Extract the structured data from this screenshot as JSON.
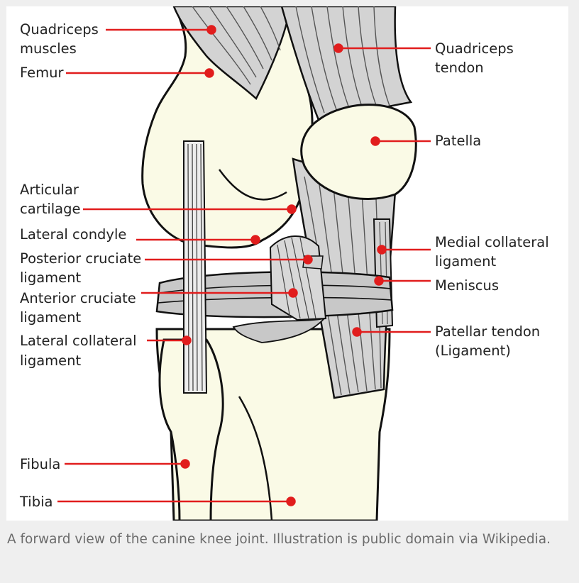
{
  "diagram": {
    "labels": {
      "quadriceps_muscles": [
        "Quadriceps",
        "muscles"
      ],
      "femur": "Femur",
      "articular_cartilage": [
        "Articular",
        "cartilage"
      ],
      "lateral_condyle": "Lateral condyle",
      "posterior_cruciate_ligament": [
        "Posterior cruciate",
        "ligament"
      ],
      "anterior_cruciate_ligament": [
        "Anterior cruciate",
        "ligament"
      ],
      "lateral_collateral_ligament": [
        "Lateral collateral",
        "ligament"
      ],
      "fibula": "Fibula",
      "tibia": "Tibia",
      "quadriceps_tendon": [
        "Quadriceps",
        "tendon"
      ],
      "patella": "Patella",
      "medial_collateral_ligament": [
        "Medial collateral",
        "ligament"
      ],
      "meniscus": "Meniscus",
      "patellar_tendon": [
        "Patellar tendon",
        "(Ligament)"
      ]
    },
    "colors": {
      "leader": "#e11d1d",
      "bone": "#fafae6",
      "tendon": "#d3d3d3",
      "outline": "#111111",
      "cartilage": "#fcfcea"
    }
  },
  "caption": "A forward view of the canine knee joint. Illustration is public domain via Wikipedia."
}
